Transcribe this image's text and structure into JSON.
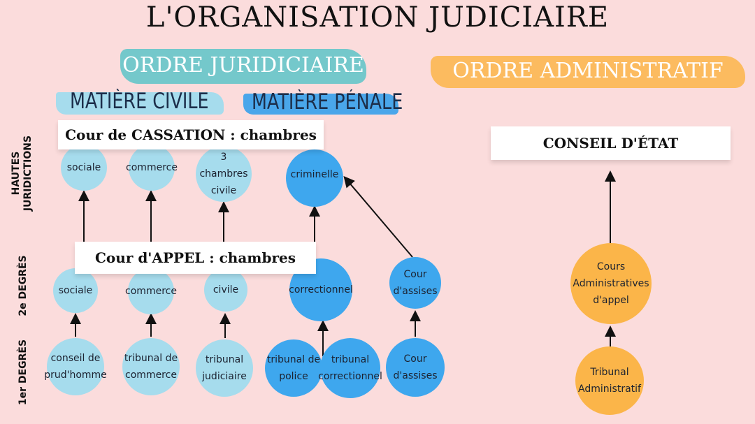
{
  "title": "L'ORGANISATION JUDICIAIRE",
  "orders": {
    "juridiciaire": "ORDRE JURIDICIAIRE",
    "administratif": "ORDRE ADMINISTRATIF"
  },
  "matieres": {
    "civile": "MATIÈRE CIVILE",
    "penale": "MATIÈRE PÉNALE"
  },
  "row_labels": {
    "hautes": [
      "HAUTES",
      "JURIDICTIONS"
    ],
    "deuxieme": "2e DEGRÈS",
    "premier": "1er DEGRÈS"
  },
  "boxes": {
    "cassation": "Cour de CASSATION : chambres",
    "appel": "Cour d'APPEL : chambres",
    "conseil": "CONSEIL D'ÉTAT"
  },
  "nodes": {
    "cass_sociale": [
      "sociale"
    ],
    "cass_commerce": [
      "commerce"
    ],
    "cass_civile": [
      "3 chambres",
      "civile"
    ],
    "cass_criminelle": [
      "criminelle"
    ],
    "app_sociale": [
      "sociale"
    ],
    "app_commerce": [
      "commerce"
    ],
    "app_civile": [
      "civile"
    ],
    "app_correctionnel": [
      "correctionnel"
    ],
    "app_assises": [
      "Cour",
      "d'assises"
    ],
    "prem_prudhomme": [
      "conseil de",
      "prud'homme"
    ],
    "prem_commerce": [
      "tribunal de",
      "commerce"
    ],
    "prem_judiciaire": [
      "tribunal",
      "judiciaire"
    ],
    "prem_police": [
      "tribunal de",
      "police"
    ],
    "prem_correctionnel": [
      "tribunal",
      "correctionnel"
    ],
    "prem_assises": [
      "Cour",
      "d'assises"
    ],
    "adm_appel": [
      "Cours",
      "Administratives",
      "d'appel"
    ],
    "adm_tribunal": [
      "Tribunal",
      "Administratif"
    ]
  },
  "colors": {
    "background": "#fbdcdc",
    "teal_brush": "#5cc4c8",
    "blue_brush": "#4aa6ea",
    "orange_brush": "#fbb549",
    "light_circle": "#a6dced",
    "blue_circle": "#3ea7ee",
    "orange_circle": "#fbb549"
  }
}
